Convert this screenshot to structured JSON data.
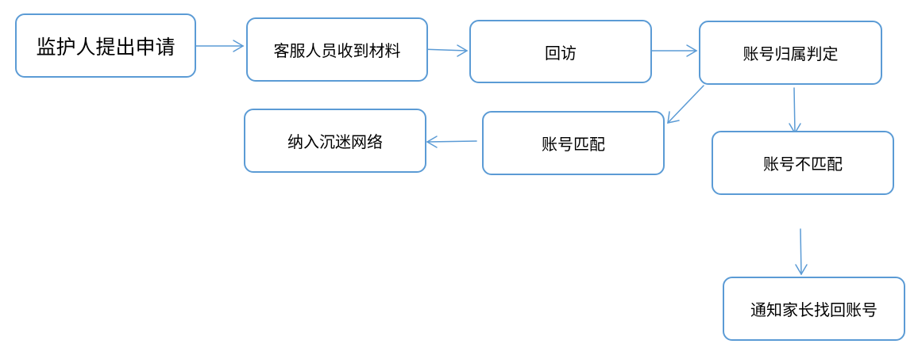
{
  "diagram": {
    "line_color": "#5B9BD5",
    "nodes": {
      "start": "监护人提出申请",
      "receive": "客服人员收到材料",
      "revisit": "回访",
      "judge": "账号归属判定",
      "match": "账号匹配",
      "join": "纳入沉迷网络",
      "no_match": "账号不匹配",
      "notify": "通知家长找回账号"
    }
  }
}
